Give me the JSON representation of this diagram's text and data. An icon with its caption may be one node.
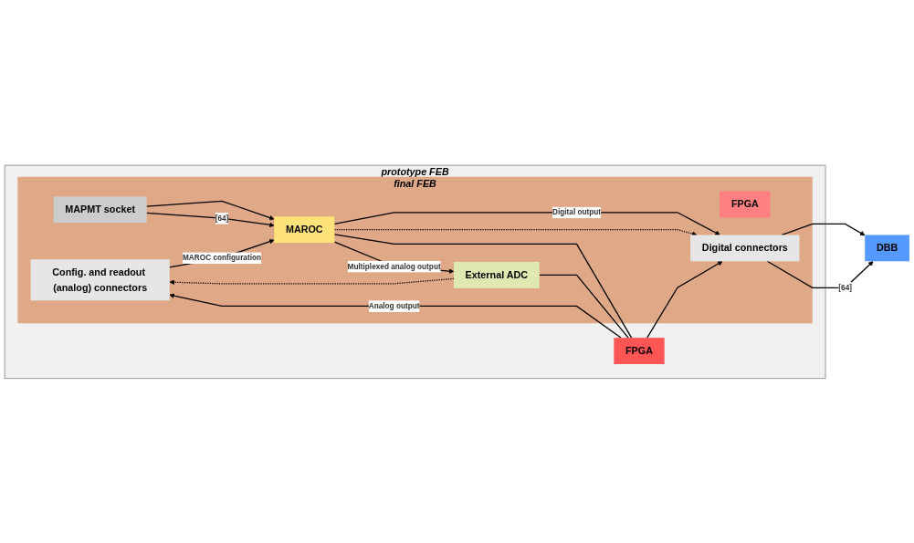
{
  "diagram": {
    "nodes": [
      {
        "text": [
          "prototype FEB"
        ]
      },
      {
        "text": [
          "final FEB"
        ],
        "in": 0
      },
      {
        "text": [
          "Config. and readout (analog) connectors"
        ],
        "in": 1
      },
      {
        "text": [
          "MAPMT socket"
        ],
        "in": 1
      },
      {
        "text": [
          "MAROC"
        ],
        "in": 1
      },
      {
        "text": [
          "FPGA"
        ],
        "in": 1
      },
      {
        "text": [
          "Digital connectors"
        ],
        "in": 1
      },
      {
        "text": [
          "External ADC"
        ],
        "in": 1
      },
      {
        "text": [
          "FPGA"
        ],
        "in": 0
      },
      {
        "text": [
          "DBB"
        ]
      }
    ],
    "edges": [
      {
        "from": 3,
        "to": 4,
        "arrow": "to"
      },
      {
        "from": 3,
        "to": 4,
        "arrow": "to",
        "label": "[64]"
      },
      {
        "from": 2,
        "to": 4,
        "arrow": "to",
        "label": "MAROC configuration"
      },
      {
        "from": 4,
        "to": 6,
        "arrow": "to",
        "label": "Digital output"
      },
      {
        "from": 4,
        "to": 6,
        "arrow": "to",
        "style": "dashed"
      },
      {
        "from": 4,
        "to": 8,
        "arrow": "none"
      },
      {
        "from": 8,
        "to": 6,
        "arrow": "to"
      },
      {
        "from": 4,
        "to": 7,
        "arrow": "to",
        "label": "Multiplexed analog output"
      },
      {
        "from": 7,
        "to": 8,
        "arrow": "none"
      },
      {
        "from": 8,
        "to": 2,
        "arrow": "to",
        "label": "Analog output"
      },
      {
        "from": 7,
        "to": 2,
        "arrow": "to",
        "style": "dashed"
      },
      {
        "from": 6,
        "to": 9,
        "arrow": "to"
      },
      {
        "from": 6,
        "to": 9,
        "arrow": "to",
        "label": "[64]"
      }
    ]
  }
}
